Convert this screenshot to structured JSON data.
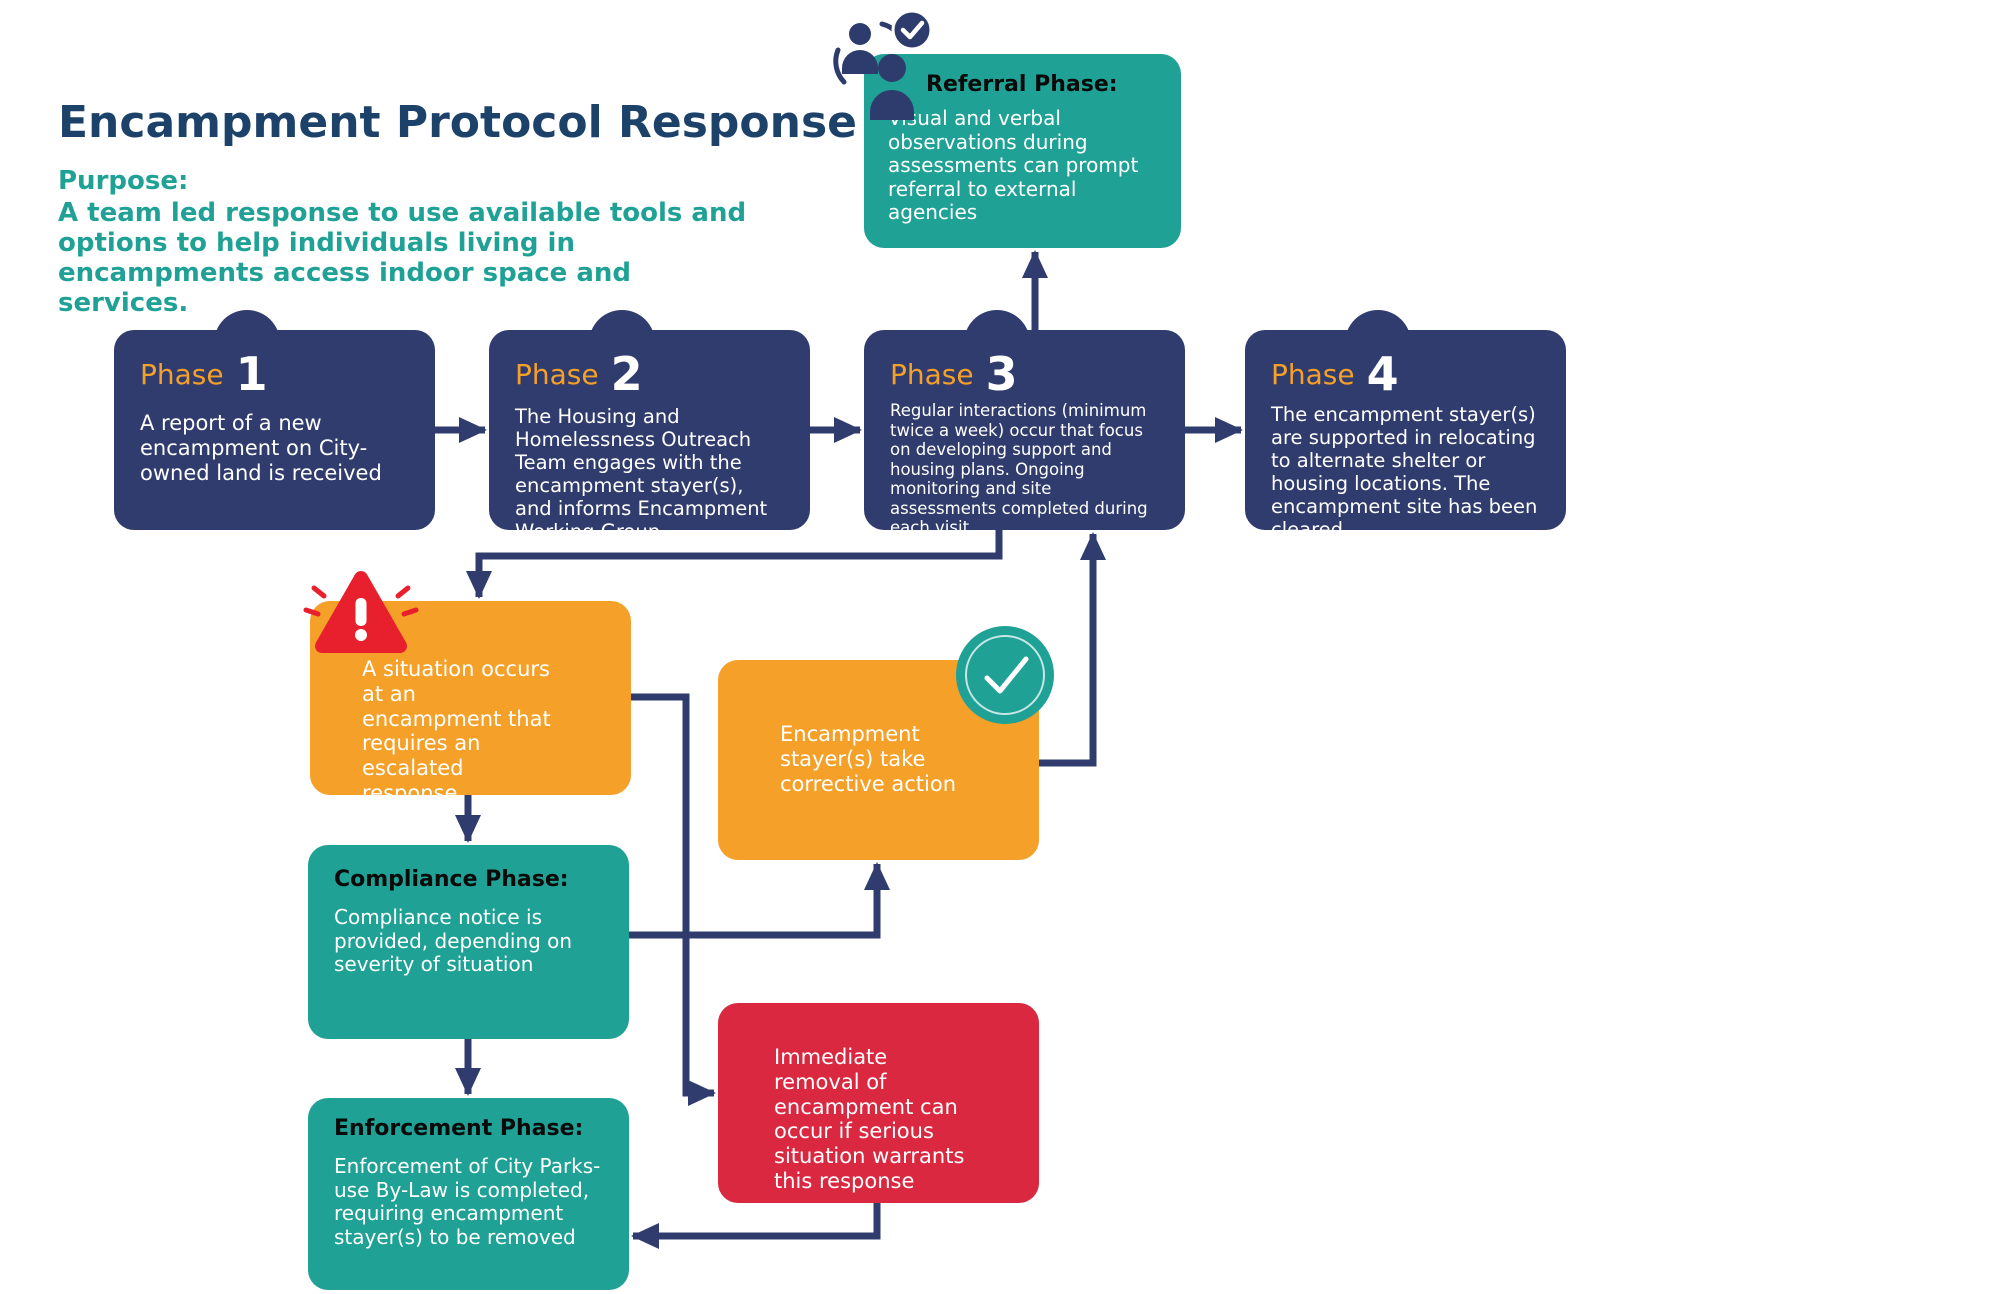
{
  "title": "Encampment Protocol Response",
  "purpose": {
    "label": "Purpose:",
    "text": "A team led response to use available tools and options to help individuals living in encampments access indoor space and services."
  },
  "palette": {
    "navy": "#303c6d",
    "teal": "#1fa195",
    "orange": "#f5a028",
    "red": "#d92840",
    "title_navy": "#1d4269",
    "phase_label_orange": "#f5a028",
    "warning_red": "#e8202e"
  },
  "nodes": {
    "referral": {
      "header": "Referral Phase:",
      "body": "Visual and verbal observations during assessments can prompt referral to external agencies"
    },
    "phase1": {
      "label": "Phase",
      "number": "1",
      "body": "A report of a new encampment on City-owned land is received"
    },
    "phase2": {
      "label": "Phase",
      "number": "2",
      "body": "The Housing and Homelessness Outreach Team engages with the encampment stayer(s), and informs Encampment Working Group"
    },
    "phase3": {
      "label": "Phase",
      "number": "3",
      "body": "Regular interactions (minimum twice a week) occur that focus on developing support and housing plans. Ongoing monitoring and site assessments completed during each visit."
    },
    "phase4": {
      "label": "Phase",
      "number": "4",
      "body": "The encampment stayer(s) are supported in relocating to alternate shelter or housing locations. The encampment site has been cleared."
    },
    "situation": {
      "body": "A situation occurs at an encampment that requires an escalated response"
    },
    "compliance": {
      "header": "Compliance Phase:",
      "body": "Compliance notice is provided, depending on severity of situation"
    },
    "enforcement": {
      "header": "Enforcement Phase:",
      "body": "Enforcement of City Parks-use By-Law is completed, requiring encampment stayer(s) to be removed"
    },
    "corrective": {
      "body": "Encampment stayer(s) take corrective action"
    },
    "removal": {
      "body": "Immediate removal of encampment can occur if serious situation warrants this response"
    }
  },
  "icons": {
    "referral_people": "people-referral-icon",
    "check_badge": "check-badge-icon",
    "warning": "warning-triangle-icon",
    "corrective_check": "check-circle-icon"
  }
}
